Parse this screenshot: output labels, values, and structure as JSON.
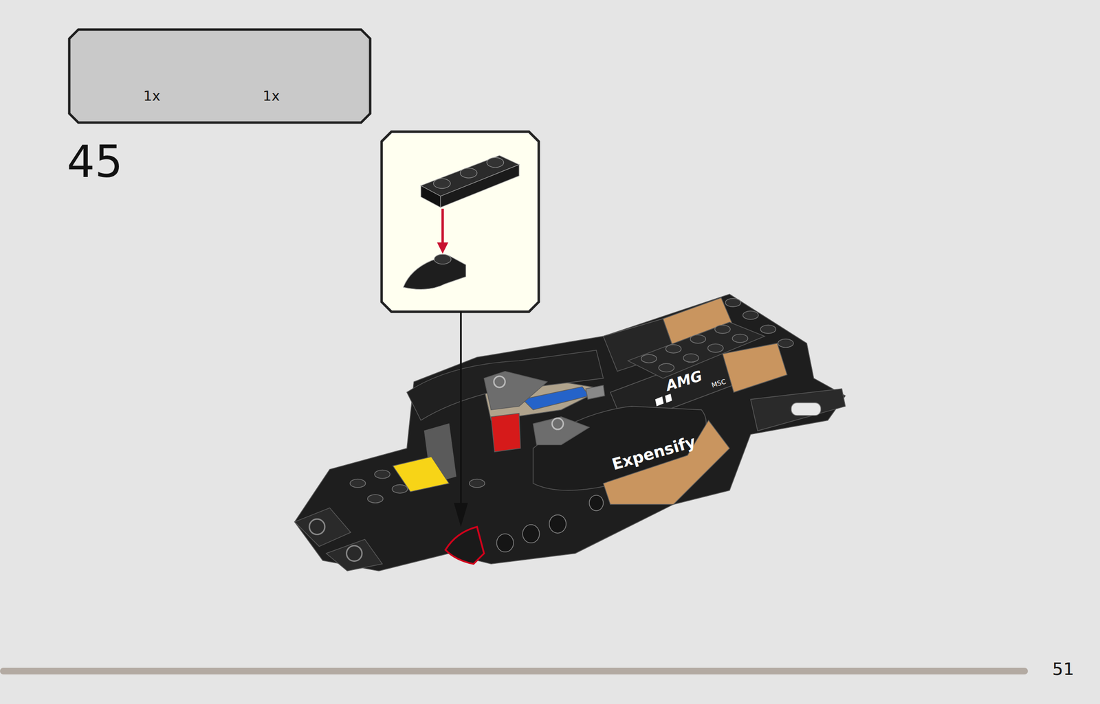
{
  "diagram": {
    "nodes": [
      {
        "text": [
          "1x",
          "1x"
        ]
      }
    ],
    "labels": [
      "45",
      "51",
      "Expensify",
      "AMG",
      "MSC"
    ]
  }
}
